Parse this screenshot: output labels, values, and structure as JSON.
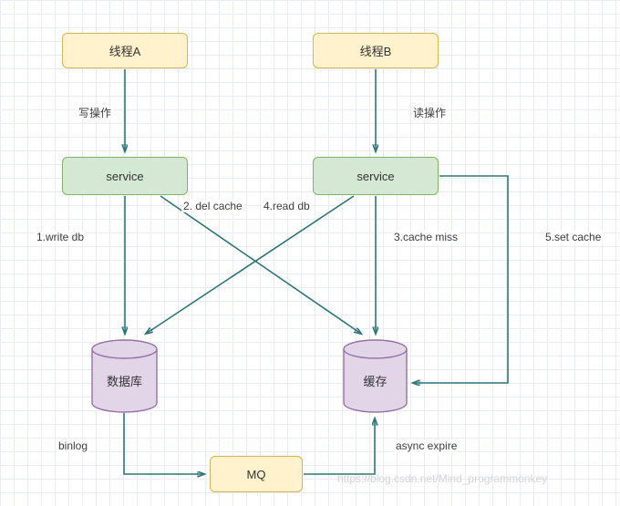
{
  "nodes": {
    "thread_a": {
      "label": "线程A"
    },
    "thread_b": {
      "label": "线程B"
    },
    "service_left": {
      "label": "service"
    },
    "service_right": {
      "label": "service"
    },
    "database": {
      "label": "数据库"
    },
    "cache": {
      "label": "缓存"
    },
    "mq": {
      "label": "MQ"
    }
  },
  "edge_labels": {
    "write_op": "写操作",
    "read_op": "读操作",
    "del_cache": "2. del cache",
    "read_db": "4.read db",
    "write_db": "1.write db",
    "cache_miss": "3.cache miss",
    "set_cache": "5.set cache",
    "binlog": "binlog",
    "async_expire": "async expire"
  },
  "watermark": "https://blog.csdn.net/Mind_programmonkey",
  "colors": {
    "node_yellow_fill": "#fff2cc",
    "node_yellow_border": "#d6b656",
    "node_green_fill": "#d5e8d4",
    "node_green_border": "#82b366",
    "cylinder_fill": "#e1d5e7",
    "cylinder_border": "#9673a6",
    "arrow": "#2e7676",
    "grid": "#e9edf1"
  }
}
